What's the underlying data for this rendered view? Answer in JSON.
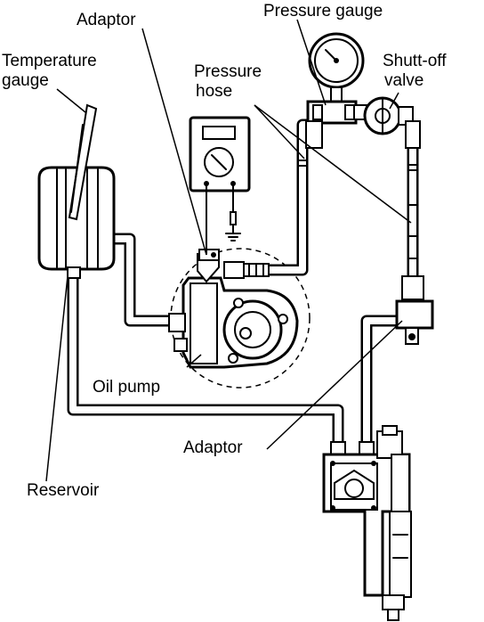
{
  "labels": {
    "adaptor_top": "Adaptor",
    "pressure_gauge": "Pressure  gauge",
    "temperature_gauge_line1": "Temperature",
    "temperature_gauge_line2": "gauge",
    "pressure_hose_line1": "Pressure",
    "pressure_hose_line2": "hose",
    "shutoff_valve_line1": "Shutt-off",
    "shutoff_valve_line2": "valve",
    "oil_pump": "Oil  pump",
    "adaptor_bottom": "Adaptor",
    "reservoir": "Reservoir"
  },
  "colors": {
    "ink": "#000000",
    "paper": "#ffffff"
  }
}
